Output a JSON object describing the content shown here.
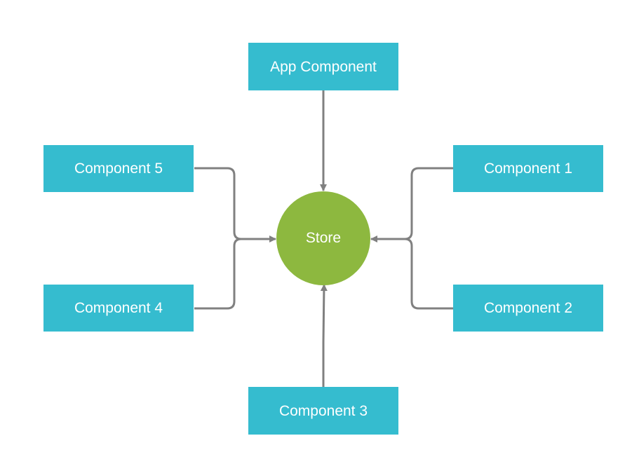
{
  "colors": {
    "component_fill": "#35bccf",
    "store_fill": "#8db83f",
    "connector": "#808080",
    "text": "#ffffff"
  },
  "diagram": {
    "store": {
      "label": "Store"
    },
    "app_component": {
      "label": "App Component"
    },
    "components": [
      {
        "label": "Component 1"
      },
      {
        "label": "Component 2"
      },
      {
        "label": "Component 3"
      },
      {
        "label": "Component 4"
      },
      {
        "label": "Component 5"
      }
    ]
  }
}
